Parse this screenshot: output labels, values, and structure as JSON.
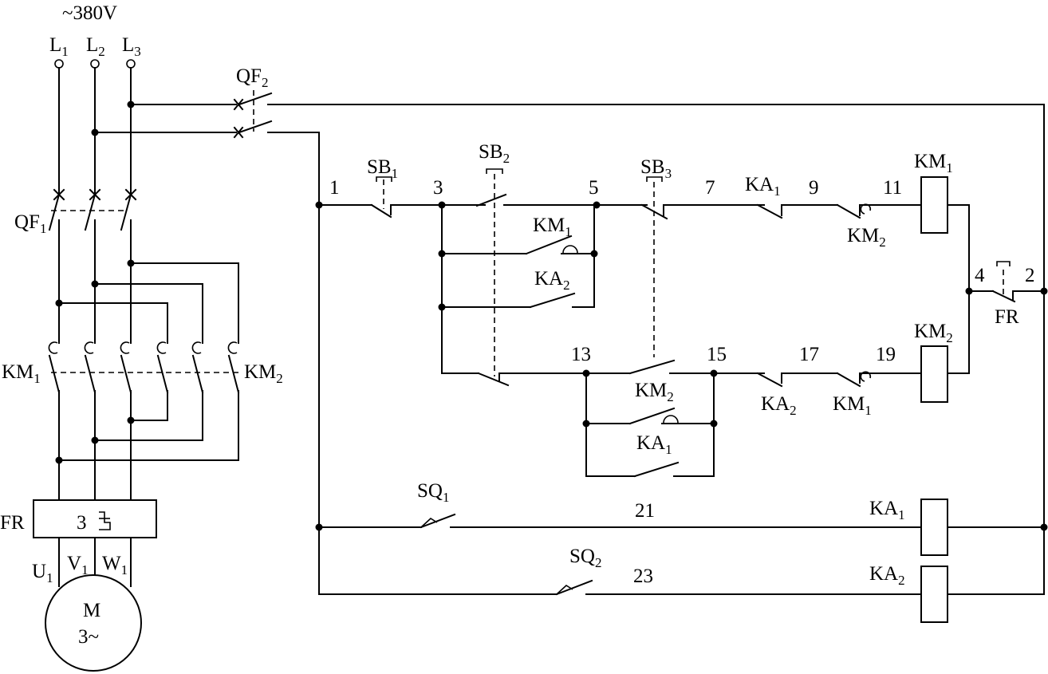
{
  "supply": {
    "voltage": "~380V"
  },
  "phases": [
    {
      "main": "L",
      "sub": "1"
    },
    {
      "main": "L",
      "sub": "2"
    },
    {
      "main": "L",
      "sub": "3"
    }
  ],
  "breaker_control": {
    "main": "QF",
    "sub": "2"
  },
  "breaker_main": {
    "main": "QF",
    "sub": "1"
  },
  "contactor_left": {
    "main": "KM",
    "sub": "1"
  },
  "contactor_right": {
    "main": "KM",
    "sub": "2"
  },
  "overload": {
    "label": "FR",
    "poles": "3"
  },
  "motor_terminals": [
    {
      "main": "U",
      "sub": "1"
    },
    {
      "main": "V",
      "sub": "1"
    },
    {
      "main": "W",
      "sub": "1"
    }
  ],
  "motor": {
    "name": "M",
    "type": "3~"
  },
  "control": {
    "sb1": {
      "main": "SB",
      "sub": "1"
    },
    "sb2": {
      "main": "SB",
      "sub": "2"
    },
    "sb3": {
      "main": "SB",
      "sub": "3"
    },
    "km1_hold": {
      "main": "KM",
      "sub": "1"
    },
    "ka2_hold": {
      "main": "KA",
      "sub": "2"
    },
    "ka1_nc": {
      "main": "KA",
      "sub": "1"
    },
    "km2_nc": {
      "main": "KM",
      "sub": "2"
    },
    "coil_km1": {
      "main": "KM",
      "sub": "1"
    },
    "coil_km2": {
      "main": "KM",
      "sub": "2"
    },
    "km2_hold": {
      "main": "KM",
      "sub": "2"
    },
    "ka1_hold": {
      "main": "KA",
      "sub": "1"
    },
    "ka2_nc": {
      "main": "KA",
      "sub": "2"
    },
    "km1_nc": {
      "main": "KM",
      "sub": "1"
    },
    "fr_nc": "FR",
    "sq1": {
      "main": "SQ",
      "sub": "1"
    },
    "sq2": {
      "main": "SQ",
      "sub": "2"
    },
    "coil_ka1": {
      "main": "KA",
      "sub": "1"
    },
    "coil_ka2": {
      "main": "KA",
      "sub": "2"
    }
  },
  "nodes": [
    "1",
    "3",
    "5",
    "7",
    "9",
    "11",
    "13",
    "15",
    "17",
    "19",
    "21",
    "23",
    "4",
    "2"
  ]
}
